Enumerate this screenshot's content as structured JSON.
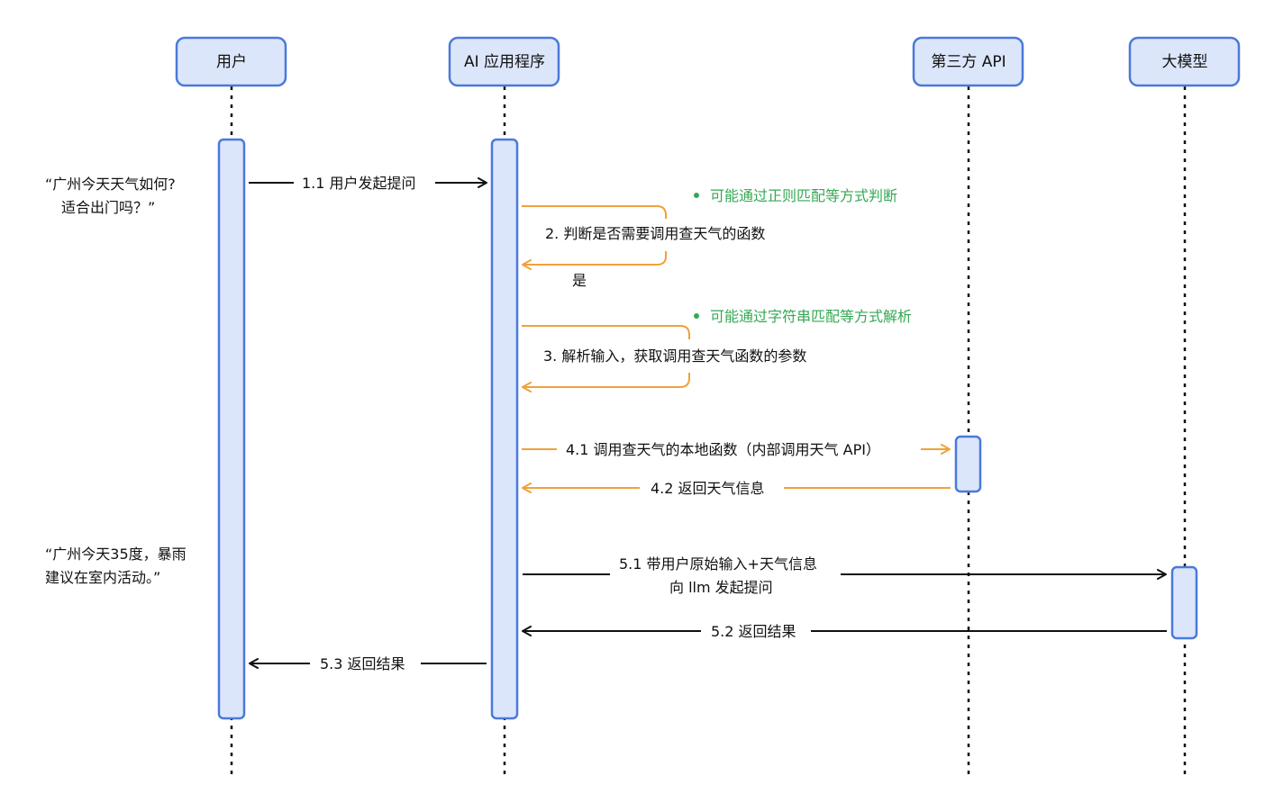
{
  "actors": [
    {
      "id": "user",
      "label": "用户"
    },
    {
      "id": "app",
      "label": "AI 应用程序"
    },
    {
      "id": "third",
      "label": "第三方 API"
    },
    {
      "id": "llm",
      "label": "大模型"
    }
  ],
  "quotes": {
    "user_question": {
      "line1": "“广州今天天气如何?",
      "line2": "适合出门吗？”"
    },
    "final_answer": {
      "line1": "“广州今天35度，暴雨",
      "line2": "建议在室内活动。”"
    }
  },
  "messages": {
    "m1_1": "1.1 用户发起提问",
    "m2": "2. 判断是否需要调用查天气的函数",
    "m2_yes": "是",
    "m3": "3. 解析输入，获取调用查天气函数的参数",
    "m4_1": "4.1 调用查天气的本地函数（内部调用天气 API）",
    "m4_2": "4.2 返回天气信息",
    "m5_1_line1": "5.1 带用户原始输入+天气信息",
    "m5_1_line2": "向 llm 发起提问",
    "m5_2": "5.2 返回结果",
    "m5_3": "5.3 返回结果"
  },
  "notes": {
    "n2": "可能通过正则匹配等方式判断",
    "n3": "可能通过字符串匹配等方式解析"
  },
  "colors": {
    "actor_fill": "#dce6fb",
    "actor_stroke": "#4a79da",
    "orange": "#f0a13b",
    "green": "#34a853",
    "black": "#111111"
  }
}
